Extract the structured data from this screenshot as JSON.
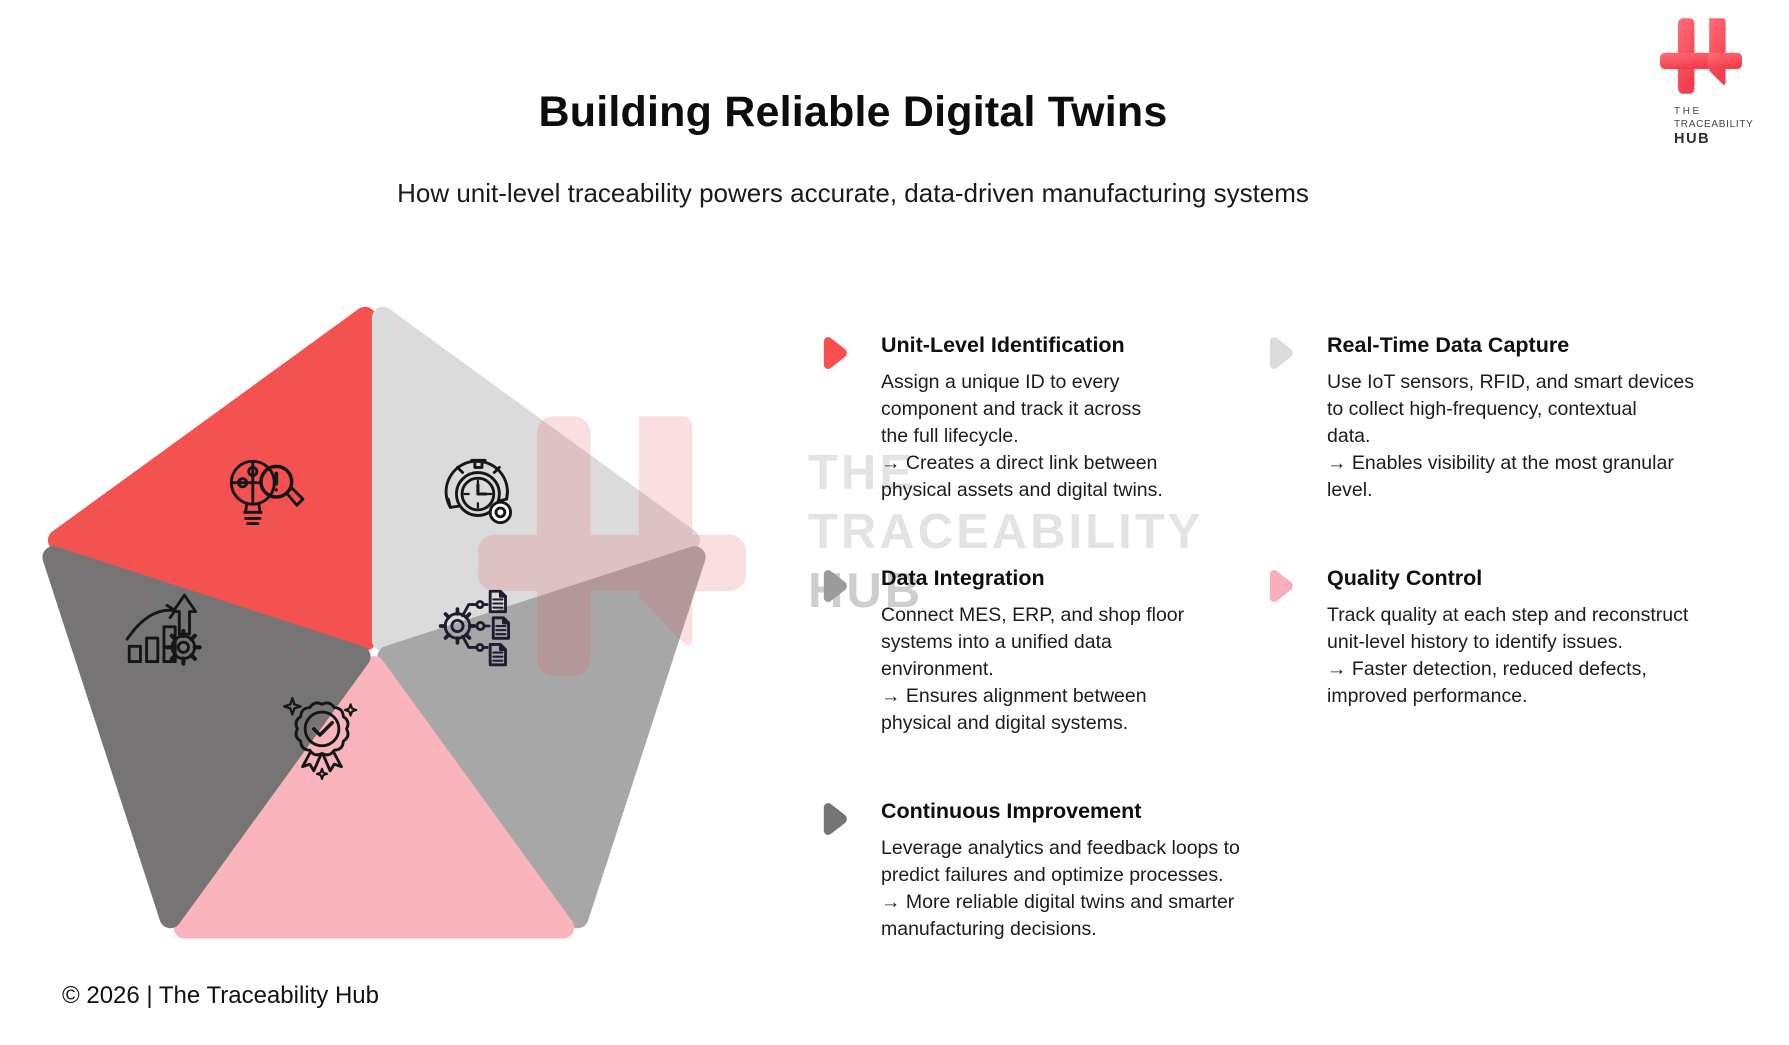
{
  "header": {
    "title": "Building Reliable Digital Twins",
    "subtitle": "How unit-level traceability powers accurate, data-driven manufacturing systems"
  },
  "logo": {
    "mark_color_top": "#FF6E78",
    "mark_color_bottom": "#F23D4C",
    "line1": "THE",
    "line2": "TRACEABILITY",
    "line3": "HUB"
  },
  "watermark": {
    "mark_color": "#E8545C",
    "line1": "THE",
    "line2": "TRACEABILITY",
    "line3": "HUB"
  },
  "pentagon": {
    "segments": [
      {
        "name": "unit-level-identification",
        "color": "#F45250",
        "icon": "idea-search-icon"
      },
      {
        "name": "real-time-data-capture",
        "color": "#DCDBDB",
        "icon": "stopwatch-eye-icon"
      },
      {
        "name": "data-integration",
        "color": "#A8A7A7",
        "icon": "gear-documents-icon"
      },
      {
        "name": "quality-control",
        "color": "#F9B4BE",
        "icon": "award-badge-icon"
      },
      {
        "name": "continuous-improvement",
        "color": "#767474",
        "icon": "growth-chart-gear-icon"
      }
    ]
  },
  "sections": [
    {
      "title": "Unit-Level Identification",
      "marker_color": "#F8504F",
      "body": "Assign a unique ID to every\ncomponent and track it across\nthe full lifecycle.\n → Creates a direct link between\nphysical assets and digital twins."
    },
    {
      "title": "Real-Time Data Capture",
      "marker_color": "#DCDBDB",
      "body": "Use IoT sensors, RFID, and smart devices\nto collect high-frequency, contextual\ndata.\n → Enables visibility at the most granular\nlevel."
    },
    {
      "title": "Data Integration",
      "marker_color": "#9C9B9B",
      "body": "Connect MES, ERP, and shop floor\nsystems into a unified data\nenvironment.\n → Ensures alignment between\nphysical and digital systems."
    },
    {
      "title": "Quality Control",
      "marker_color": "#F9AFBA",
      "body": "Track quality at each step and reconstruct\nunit-level history to identify issues.\n → Faster detection, reduced defects,\nimproved performance."
    },
    {
      "title": "Continuous Improvement",
      "marker_color": "#757373",
      "body": "Leverage analytics and feedback loops to\npredict failures and optimize processes.\n → More reliable digital twins and smarter\nmanufacturing decisions."
    }
  ],
  "footer": {
    "copyright": "© 2026 | The Traceability Hub"
  }
}
